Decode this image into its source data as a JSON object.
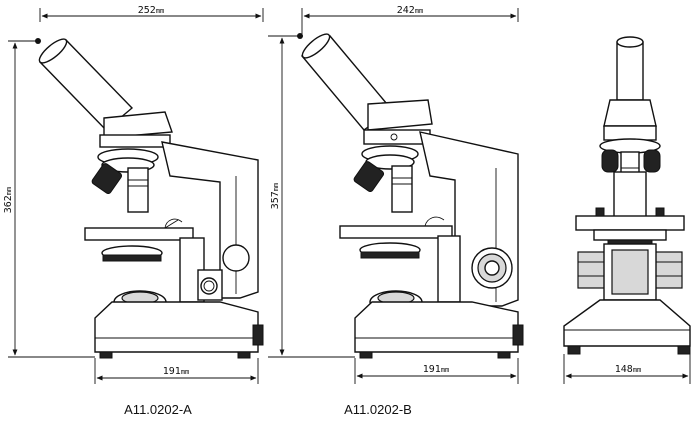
{
  "views": {
    "a": {
      "model": "A11.0202-A",
      "width_top": {
        "value": "252",
        "unit": "mm"
      },
      "height": {
        "value": "362",
        "unit": "mm"
      },
      "width_base": {
        "value": "191",
        "unit": "mm"
      }
    },
    "b": {
      "model": "A11.0202-B",
      "width_top": {
        "value": "242",
        "unit": "mm"
      },
      "height": {
        "value": "357",
        "unit": "mm"
      },
      "width_base": {
        "value": "191",
        "unit": "mm"
      }
    },
    "front": {
      "width_base": {
        "value": "148",
        "unit": "mm"
      }
    }
  }
}
